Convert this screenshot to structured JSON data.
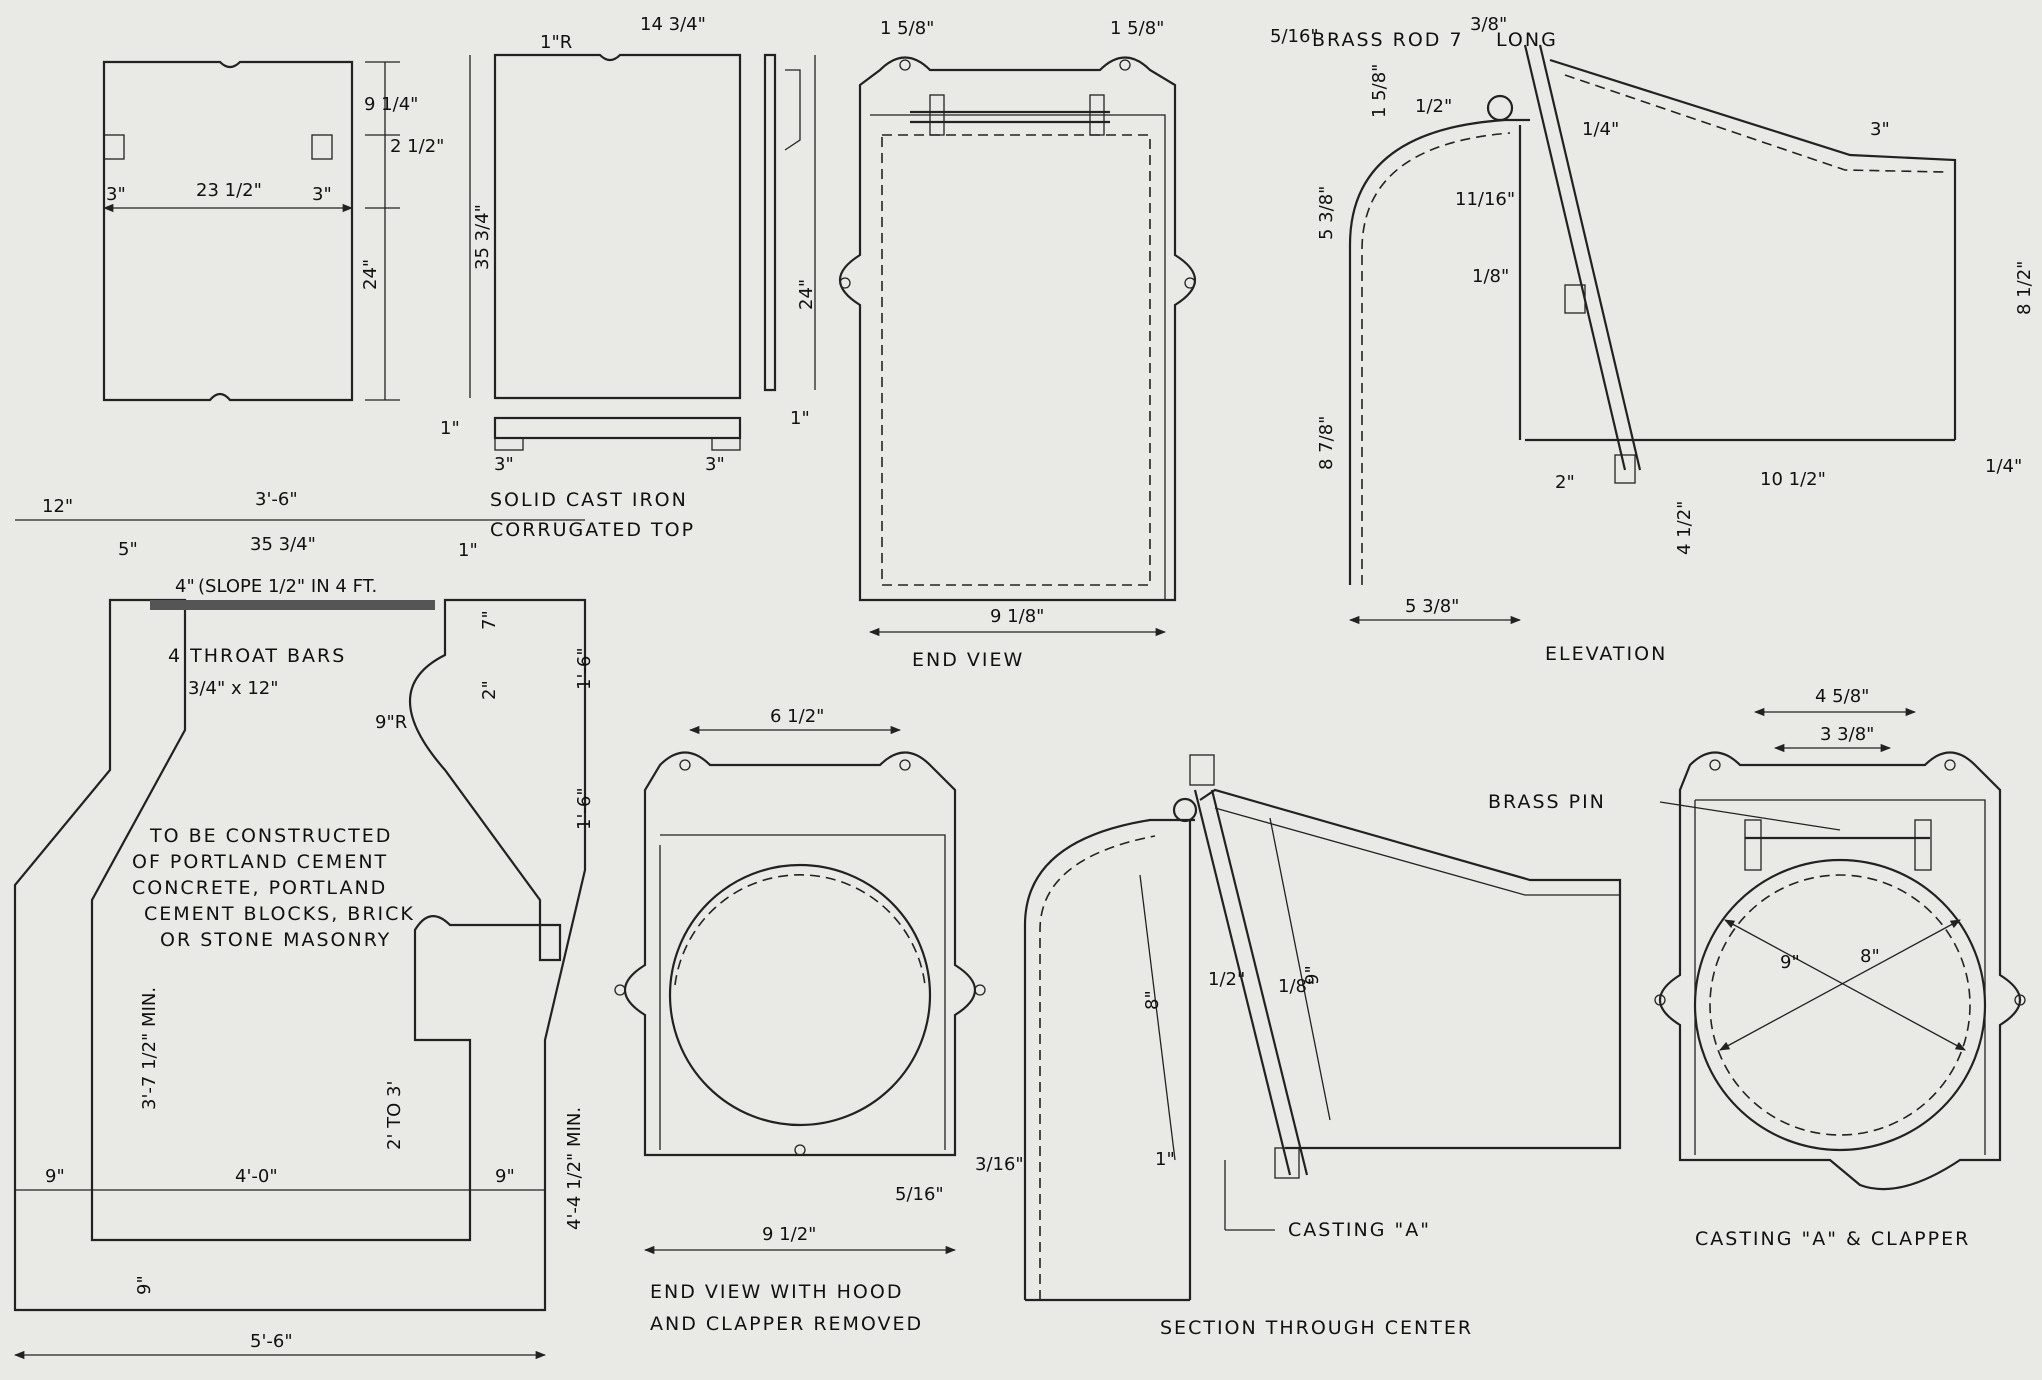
{
  "diagram": {
    "labels": {
      "solid_top_1": "SOLID CAST IRON",
      "solid_top_2": "CORRUGATED TOP",
      "end_view": "END  VIEW",
      "elevation": "ELEVATION",
      "brass_rod": "BRASS ROD 7",
      "brass_rod_frac": "3/8\"",
      "brass_rod_long": "LONG",
      "rod_diam": "5/16\"",
      "throat_bars": "4 THROAT BARS",
      "throat_size": "3/4\" x 12\"",
      "slope": "(SLOPE 1/2\" IN 4 FT.",
      "construct_1": "TO BE CONSTRUCTED",
      "construct_2": "OF PORTLAND CEMENT",
      "construct_3": "CONCRETE, PORTLAND",
      "construct_4": "CEMENT BLOCKS, BRICK",
      "construct_5": "OR STONE MASONRY",
      "end_view_removed_1": "END VIEW WITH HOOD",
      "end_view_removed_2": "AND CLAPPER  REMOVED",
      "section": "SECTION THROUGH CENTER",
      "casting_a": "CASTING  \"A\"",
      "casting_a_clapper": "CASTING \"A\" & CLAPPER",
      "brass_pin": "BRASS PIN"
    },
    "dims": {
      "d_9_1_4": "9 1/4\"",
      "d_2_1_2": "2 1/2\"",
      "d_23_1_2": "23 1/2\"",
      "d_3a": "3\"",
      "d_3b": "3\"",
      "d_24": "24\"",
      "d_1r": "1\"R",
      "d_14_3_4": "14 3/4\"",
      "d_35_3_4": "35 3/4\"",
      "d_1a": "1\"",
      "d_1b": "1\"",
      "d_3c": "3\"",
      "d_3d": "3\"",
      "d_24b": "24\"",
      "d_1_5_8a": "1 5/8\"",
      "d_1_5_8b": "1 5/8\"",
      "d_9_1_8": "9 1/8\"",
      "d_1_5_8c": "1 5/8\"",
      "d_1_2a": "1/2\"",
      "d_1_4a": "1/4\"",
      "d_3e": "3\"",
      "d_5_3_8": "5 3/8\"",
      "d_11_16": "11/16\"",
      "d_1_8a": "1/8\"",
      "d_8_7_8": "8 7/8\"",
      "d_8_1_2": "8 1/2\"",
      "d_2": "2\"",
      "d_10_1_2": "10 1/2\"",
      "d_4_1_2": "4 1/2\"",
      "d_1_4b": "1/4\"",
      "d_5_3_8b": "5 3/8\"",
      "d_12": "12\"",
      "d_3_6": "3'-6\"",
      "d_5": "5\"",
      "d_35_3_4b": "35 3/4\"",
      "d_4": "4\"",
      "d_1c": "1\"",
      "d_7": "7\"",
      "d_1_6a": "1'-6\"",
      "d_2b": "2\"",
      "d_9r": "9\"R",
      "d_1_6b": "1'-6\"",
      "d_3_7": "3'-7 1/2\" MIN.",
      "d_2_to_3": "2' TO 3'",
      "d_4_4": "4'-4 1/2\" MIN.",
      "d_9a": "9\"",
      "d_4_0": "4'-0\"",
      "d_9b": "9\"",
      "d_9c": "9\"",
      "d_5_6": "5'-6\"",
      "d_6_1_2": "6 1/2\"",
      "d_5_16": "5/16\"",
      "d_3_16": "3/16\"",
      "d_9_1_2": "9 1/2\"",
      "d_8a": "8\"",
      "d_1_2b": "1/2\"",
      "d_1_8b": "1/8\"",
      "d_9d": "9\"",
      "d_1d": "1\"",
      "d_4_5_8": "4 5/8\"",
      "d_3_3_8": "3 3/8\"",
      "d_9e": "9\"",
      "d_8b": "8\""
    }
  }
}
